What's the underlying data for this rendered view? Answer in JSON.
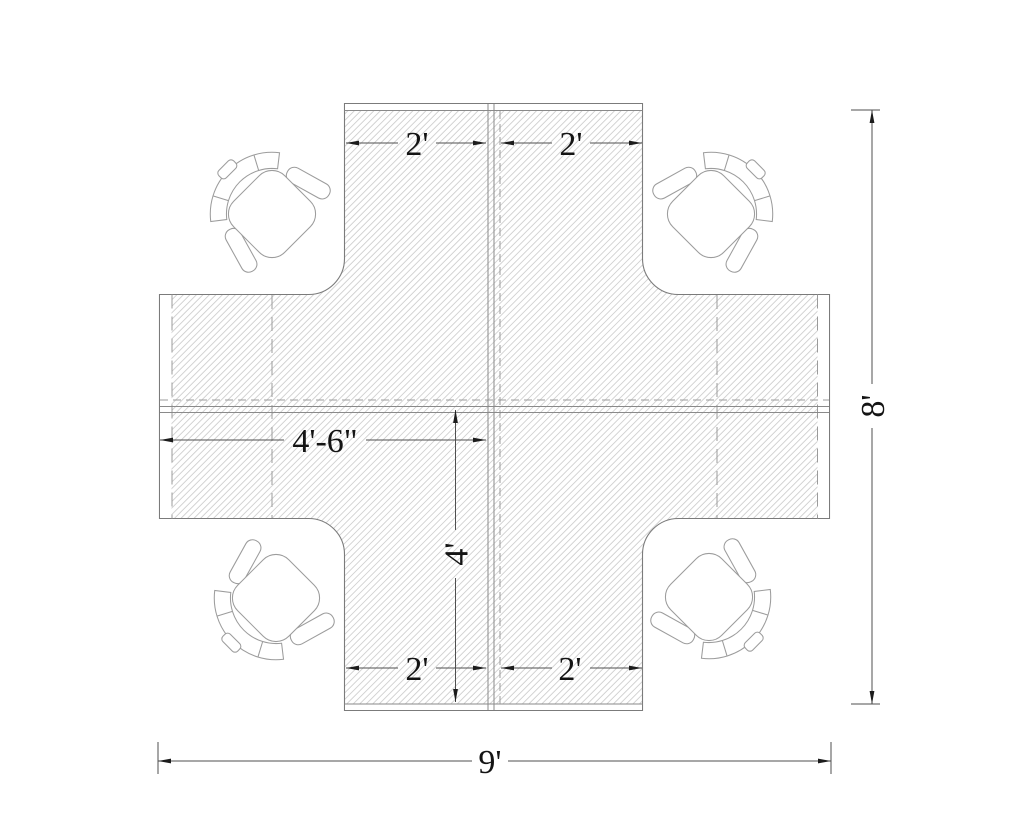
{
  "drawing": {
    "kind": "furniture-plan",
    "desk_shape": "cross",
    "chair_count": 4
  },
  "dimensions": {
    "top_left": "2'",
    "top_right": "2'",
    "left_half_width": "4'-6\"",
    "lower_half_height": "4'",
    "bottom_left": "2'",
    "bottom_right": "2'",
    "overall_width": "9'",
    "overall_height": "8'"
  },
  "colors": {
    "background": "#ffffff",
    "desk_outline": "#7b7b7b",
    "hatch_line": "#c7c7c7",
    "chair_outline": "#9c9c9c",
    "dimension_line": "#4f4f4f",
    "arrow": "#1c1c1c",
    "text": "#141414"
  }
}
